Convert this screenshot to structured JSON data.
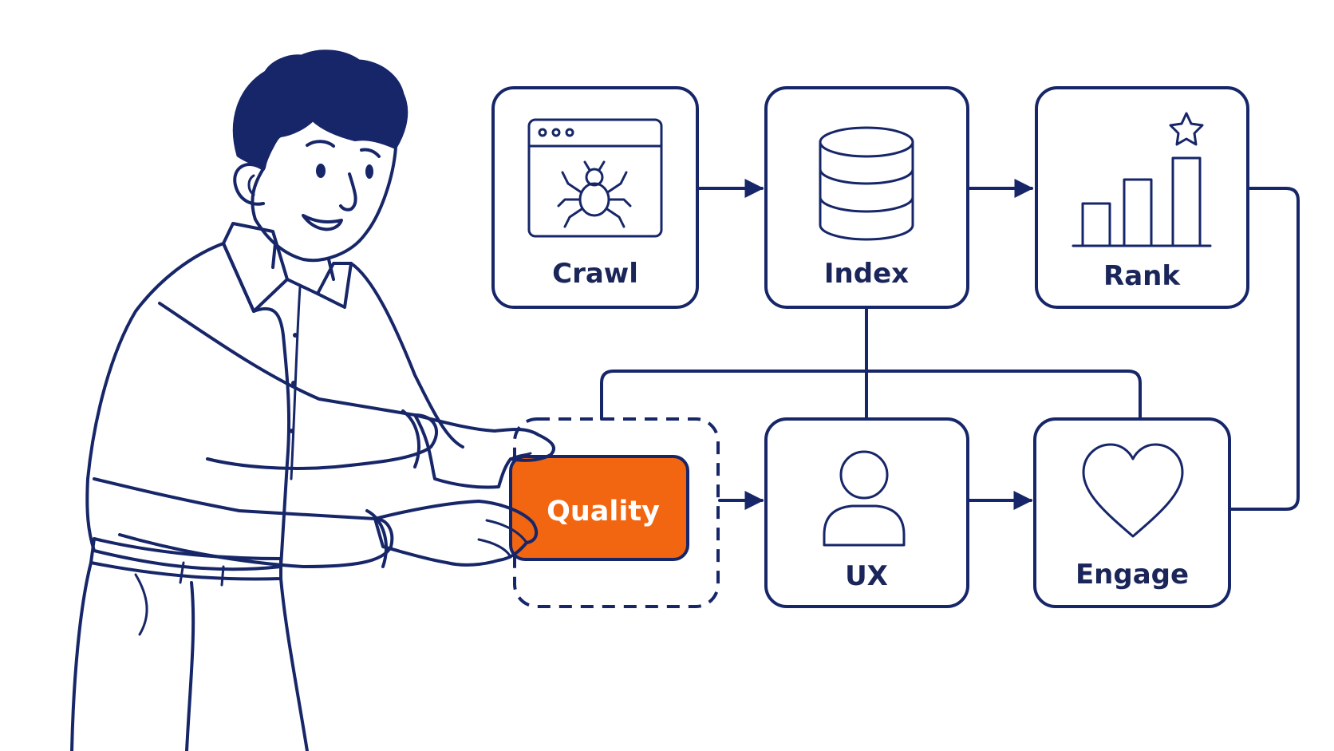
{
  "diagram": {
    "nodes": {
      "crawl": {
        "label": "Crawl",
        "icon": "spider-browser-icon"
      },
      "index": {
        "label": "Index",
        "icon": "database-icon"
      },
      "rank": {
        "label": "Rank",
        "icon": "bar-chart-star-icon"
      },
      "ux": {
        "label": "UX",
        "icon": "user-icon"
      },
      "engage": {
        "label": "Engage",
        "icon": "heart-icon"
      },
      "quality": {
        "label": "Quality"
      }
    },
    "edges": [
      {
        "from": "crawl",
        "to": "index"
      },
      {
        "from": "index",
        "to": "rank"
      },
      {
        "from": "index",
        "to": "ux"
      },
      {
        "from": "quality",
        "to": "ux"
      },
      {
        "from": "ux",
        "to": "engage"
      },
      {
        "from": "engage",
        "to": "rank"
      }
    ]
  },
  "colors": {
    "ink": "#162668",
    "accent": "#f26511",
    "background": "#ffffff"
  }
}
